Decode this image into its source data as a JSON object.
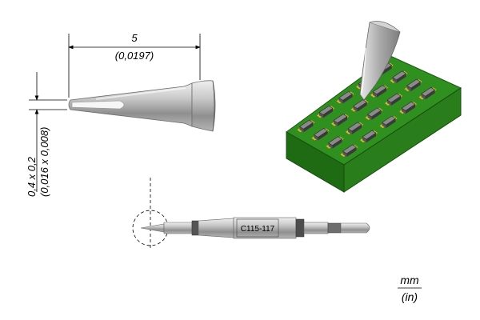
{
  "dimensions": {
    "length_mm": "5",
    "length_in": "(0,0197)",
    "tip_mm": "0,4 x 0,2",
    "tip_in": "(0,016 x 0,008)"
  },
  "cartridge": {
    "model": "C115-117"
  },
  "units": {
    "primary": "mm",
    "secondary": "(in)"
  },
  "colors": {
    "pcb_green": "#2f8f1f",
    "pcb_side": "#1e6b14",
    "pad_yellow": "#e0b82a",
    "steel": "#b8b8b8"
  }
}
